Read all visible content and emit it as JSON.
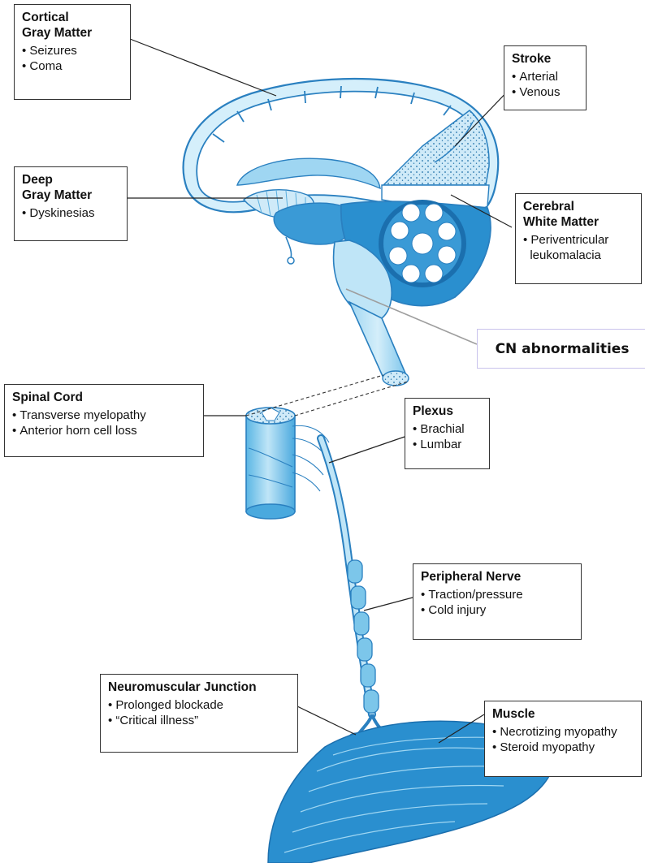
{
  "labels": {
    "cortical": {
      "title_lines": [
        "Cortical",
        "Gray Matter"
      ],
      "items": [
        "Seizures",
        "Coma"
      ]
    },
    "stroke": {
      "title_lines": [
        "Stroke"
      ],
      "items": [
        "Arterial",
        "Venous"
      ]
    },
    "deep": {
      "title_lines": [
        "Deep",
        "Gray Matter"
      ],
      "items": [
        "Dyskinesias"
      ]
    },
    "white": {
      "title_lines": [
        "Cerebral",
        "White Matter"
      ],
      "items": [
        "Periventricular",
        "leukomalacia"
      ]
    },
    "cn": {
      "title": "CN abnormalities"
    },
    "spinal": {
      "title_lines": [
        "Spinal Cord"
      ],
      "items": [
        "Transverse myelopathy",
        "Anterior horn cell loss"
      ]
    },
    "plexus": {
      "title_lines": [
        "Plexus"
      ],
      "items": [
        "Brachial",
        "Lumbar"
      ]
    },
    "nerve": {
      "title_lines": [
        "Peripheral Nerve"
      ],
      "items": [
        "Traction/pressure",
        "Cold injury"
      ]
    },
    "nmj": {
      "title_lines": [
        "Neuromuscular Junction"
      ],
      "items": [
        "Prolonged blockade",
        "“Critical illness”"
      ]
    },
    "muscle": {
      "title_lines": [
        "Muscle"
      ],
      "items": [
        "Necrotizing myopathy",
        "Steroid myopathy"
      ]
    }
  },
  "colors": {
    "tissue_light": "#d5effb",
    "tissue_mid": "#7cc6ea",
    "tissue_dark": "#2a8fcf",
    "tissue_darker": "#1b6fae",
    "outline": "#2a80c0",
    "cn_border": "#c9c2ec"
  }
}
